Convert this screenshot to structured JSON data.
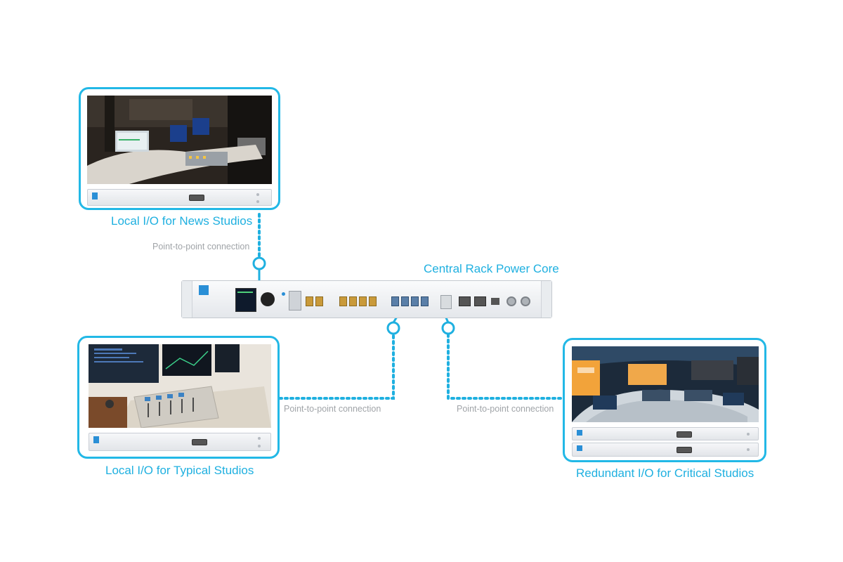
{
  "colors": {
    "accent": "#1fb0e0",
    "connector": "#1fb0e0",
    "muted_text": "#a0a4a8"
  },
  "core": {
    "title": "Central Rack Power Core"
  },
  "studios": [
    {
      "caption": "Local I/O for News Studios",
      "connection": "Point-to-point connection"
    },
    {
      "caption": "Local I/O for Typical Studios",
      "connection": "Point-to-point connection"
    },
    {
      "caption": "Redundant I/O for Critical Studios",
      "connection": "Point-to-point connection"
    }
  ]
}
